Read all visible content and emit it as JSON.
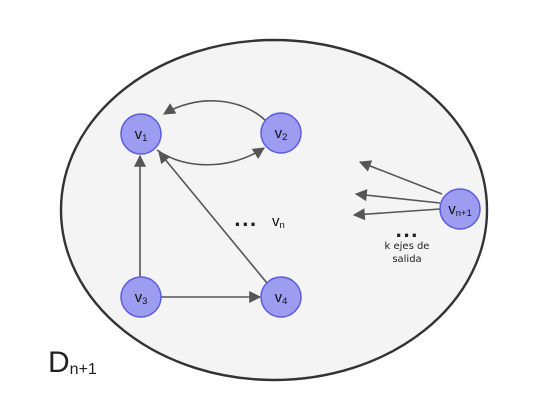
{
  "colors": {
    "background": "#ffffff",
    "ellipse_fill": "#f4f4f4",
    "ellipse_stroke": "#333333",
    "node_fill": "#9c9cf1",
    "node_stroke": "#5b5bde",
    "edge": "#555555"
  },
  "diagram": {
    "outer_label": {
      "main": "D",
      "sub": "n+1"
    },
    "nodes": [
      {
        "id": "v1",
        "main": "v",
        "sub": "1"
      },
      {
        "id": "v2",
        "main": "v",
        "sub": "2"
      },
      {
        "id": "v3",
        "main": "v",
        "sub": "3"
      },
      {
        "id": "v4",
        "main": "v",
        "sub": "4"
      },
      {
        "id": "vn1",
        "main": "v",
        "sub": "n+1"
      }
    ],
    "vn_label": {
      "dots": "...",
      "main": "v",
      "sub": "n"
    },
    "outgoing": {
      "dots": "...",
      "caption_line1": "k ejes de",
      "caption_line2": "salida"
    },
    "edges": [
      {
        "from": "v2",
        "to": "v1"
      },
      {
        "from": "v1",
        "to": "v2"
      },
      {
        "from": "v3",
        "to": "v1"
      },
      {
        "from": "v4",
        "to": "v1"
      },
      {
        "from": "v3",
        "to": "v4"
      },
      {
        "from": "vn1",
        "to": "outside"
      },
      {
        "from": "vn1",
        "to": "outside"
      },
      {
        "from": "vn1",
        "to": "outside"
      }
    ]
  }
}
